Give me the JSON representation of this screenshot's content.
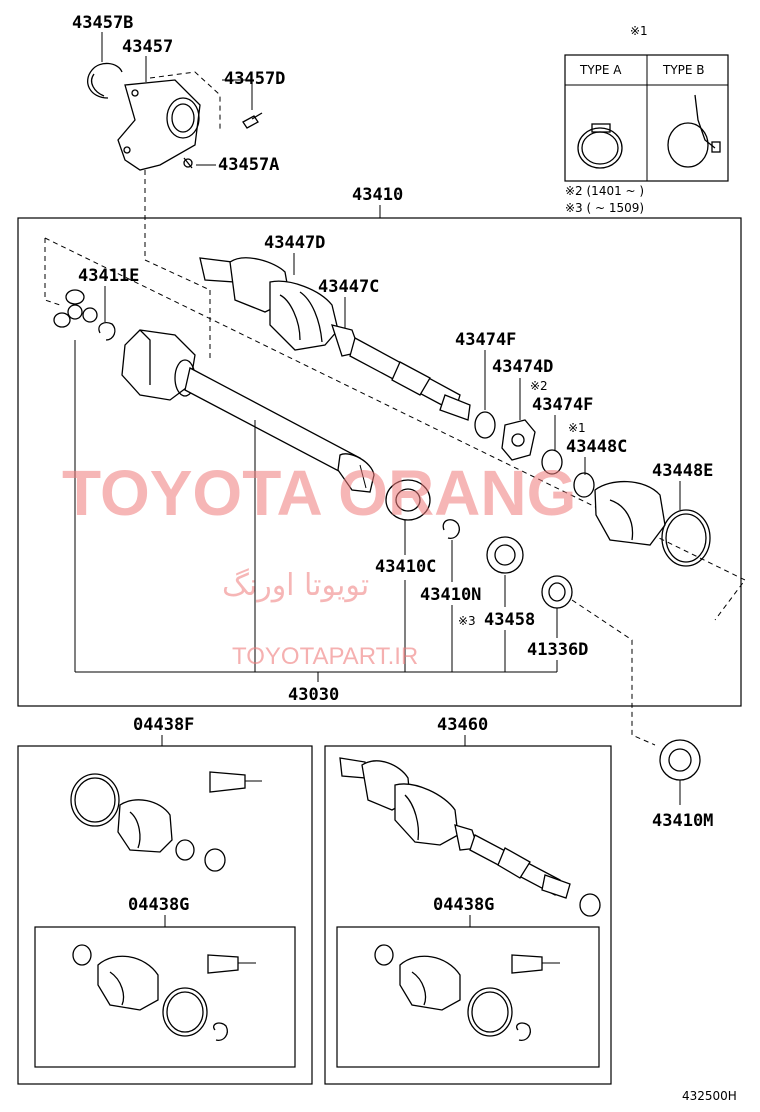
{
  "labels": {
    "p43457B": "43457B",
    "p43457": "43457",
    "p43457D": "43457D",
    "p43457A": "43457A",
    "p43410": "43410",
    "p43447D": "43447D",
    "p43411E": "43411E",
    "p43447C": "43447C",
    "p43474F_a": "43474F",
    "p43474D": "43474D",
    "p43474F_b": "43474F",
    "p43448C": "43448C",
    "p43448E": "43448E",
    "p43410C": "43410C",
    "p43410N": "43410N",
    "p43458": "43458",
    "p41336D": "41336D",
    "p43030": "43030",
    "p43410M": "43410M",
    "p04438F": "04438F",
    "p04438G_a": "04438G",
    "p43460": "43460",
    "p04438G_b": "04438G"
  },
  "notes": {
    "mark1_top": "※1",
    "mark1_b": "※1",
    "mark2_b": "※2",
    "mark3_b": "※3",
    "type_a": "TYPE A",
    "type_b": "TYPE B",
    "note2": "※2 (1401 ~       )",
    "note3": "※3 (       ~ 1509)"
  },
  "watermarks": {
    "main": "TOYOTA ORANG",
    "persian": "تویوتا اورنگ",
    "site": "TOYOTAPART.IR"
  },
  "diagram_code": "432500H"
}
